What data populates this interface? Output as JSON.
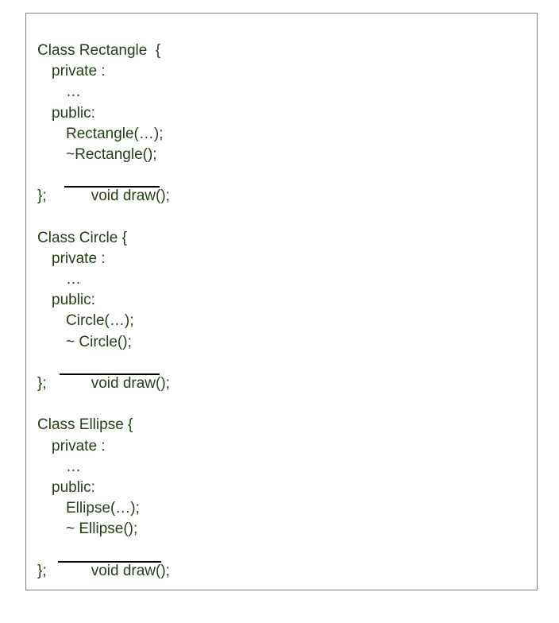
{
  "classes": [
    {
      "header": "Class Rectangle  {",
      "private": "private :",
      "ellipsis": "…",
      "public": "public:",
      "constructor": "Rectangle(…);",
      "destructor": "~Rectangle();",
      "method": "void draw();",
      "close": "};"
    },
    {
      "header": "Class Circle {",
      "private": "private :",
      "ellipsis": "…",
      "public": "public:",
      "constructor": "Circle(…);",
      "destructor": "~ Circle();",
      "method": "void draw();",
      "close": "};"
    },
    {
      "header": "Class Ellipse {",
      "private": "private :",
      "ellipsis": "…",
      "public": "public:",
      "constructor": "Ellipse(…);",
      "destructor": "~ Ellipse();",
      "method": "void draw();",
      "close": "};"
    }
  ],
  "colors": {
    "text": "#1f3f14",
    "underline": "#000000",
    "border": "#7f7f7f"
  }
}
